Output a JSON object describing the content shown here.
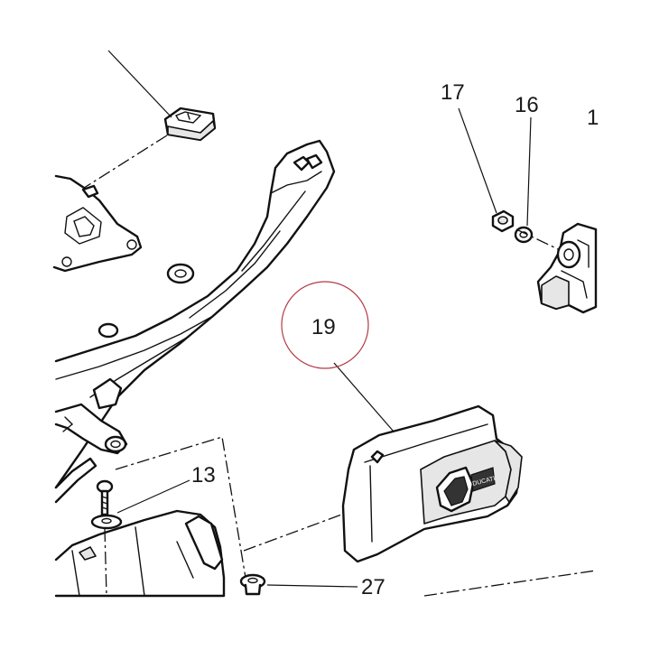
{
  "diagram": {
    "callouts": [
      {
        "id": "17",
        "label": "17"
      },
      {
        "id": "16",
        "label": "16"
      },
      {
        "id": "1x",
        "label": "1"
      },
      {
        "id": "19",
        "label": "19"
      },
      {
        "id": "13",
        "label": "13"
      },
      {
        "id": "27",
        "label": "27"
      }
    ],
    "highlight_color": "#b23a48",
    "line_color": "#111111",
    "logo_text": "DUCATI"
  }
}
